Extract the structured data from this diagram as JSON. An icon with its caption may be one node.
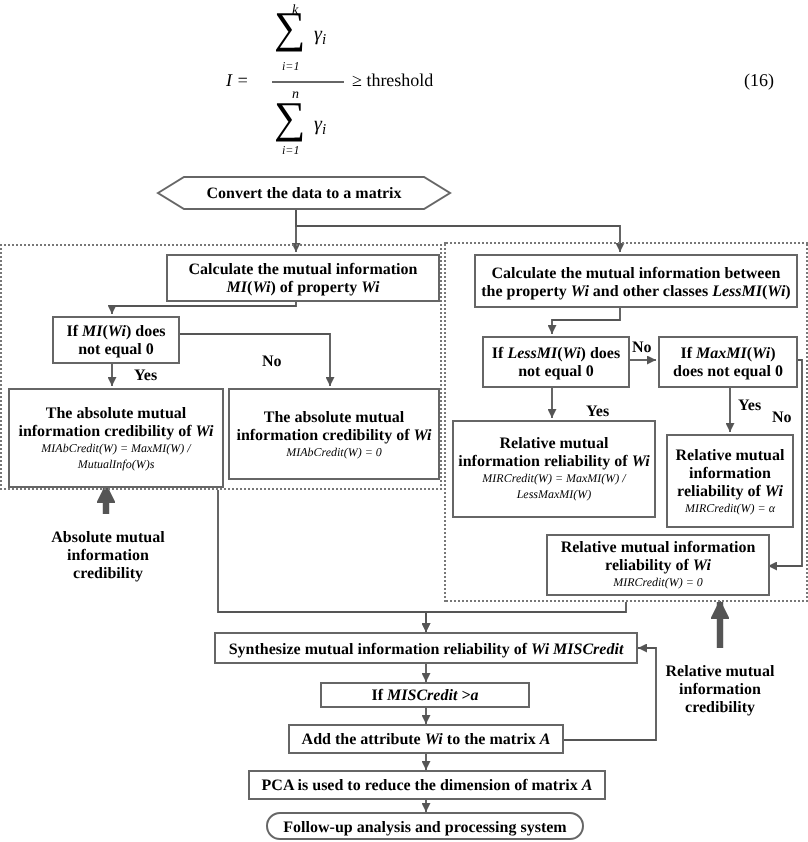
{
  "diagram": {
    "nodes": [
      {
        "text": [
          "Convert the data to a matrix"
        ]
      },
      {
        "text": [],
        "shape": "box"
      },
      {
        "text": [
          "Calculate the mutual information *MI*(*Wi*) of property *Wi*"
        ],
        "in": 1
      },
      {
        "text": [
          "If *MI*(*Wi*) does not equal 0"
        ],
        "in": 1
      },
      {
        "text": [
          "The absolute mutual information credibility of *Wi*",
          "MIAbCredit(W) = MaxMI(W) / MutualInfo(W)s"
        ],
        "in": 1
      },
      {
        "text": [
          "The absolute mutual information credibility of *Wi*",
          "MIAbCredit(W) = 0"
        ],
        "in": 1
      },
      {
        "text": [
          "Absolute mutual information credibility"
        ]
      },
      {
        "text": [],
        "shape": "box"
      },
      {
        "text": [
          "Calculate the mutual information between the property *Wi* and other classes *LessMI*(*Wi*)"
        ],
        "in": 7
      },
      {
        "text": [
          "If *LessMI*(*Wi*) does not equal 0"
        ],
        "in": 7
      },
      {
        "text": [
          "If *MaxMI*(*Wi*) does not equal 0"
        ],
        "in": 7
      },
      {
        "text": [
          "Relative mutual information reliability of *Wi*",
          "MIRCredit(W) = MaxMI(W) / LessMaxMI(W)"
        ],
        "in": 7
      },
      {
        "text": [
          "Relative mutual information reliability of *Wi*",
          "MIRCredit(W) = α"
        ],
        "in": 7
      },
      {
        "text": [
          "Relative mutual information reliability of *Wi*",
          "MIRCredit(W) = 0"
        ],
        "in": 7
      },
      {
        "text": [
          "Relative mutual information credibility"
        ]
      },
      {
        "text": [
          "Synthesize mutual information reliability of *Wi MISCredit*"
        ]
      },
      {
        "text": [
          "If *MISCredit >a*"
        ]
      },
      {
        "text": [
          "Add the attribute *Wi* to the matrix *A*"
        ]
      },
      {
        "text": [
          "PCA is used to reduce the dimension of matrix *A*"
        ]
      },
      {
        "text": [
          "Follow-up analysis and processing system"
        ]
      }
    ],
    "edges": [
      {
        "from": 0,
        "to": 2,
        "arrow": "to"
      },
      {
        "from": 0,
        "to": 8,
        "arrow": "to"
      },
      {
        "from": 2,
        "to": 3,
        "arrow": "to"
      },
      {
        "from": 3,
        "to": 4,
        "arrow": "to",
        "label": "Yes"
      },
      {
        "from": 3,
        "to": 5,
        "arrow": "to",
        "label": "No"
      },
      {
        "from": 6,
        "to": 4,
        "arrow": "to",
        "style": "thick"
      },
      {
        "from": 8,
        "to": 9,
        "arrow": "to"
      },
      {
        "from": 9,
        "to": 10,
        "arrow": "to",
        "label": "No"
      },
      {
        "from": 9,
        "to": 11,
        "arrow": "to",
        "label": "Yes"
      },
      {
        "from": 10,
        "to": 12,
        "arrow": "to",
        "label": "Yes"
      },
      {
        "from": 10,
        "to": 13,
        "arrow": "to",
        "label": "No"
      },
      {
        "from": 14,
        "to": 7,
        "arrow": "to",
        "style": "thick"
      },
      {
        "from": 1,
        "to": 15,
        "arrow": "to"
      },
      {
        "from": 7,
        "to": 15,
        "arrow": "to"
      },
      {
        "from": 15,
        "to": 16,
        "arrow": "to"
      },
      {
        "from": 16,
        "to": 17,
        "arrow": "to"
      },
      {
        "from": 17,
        "to": 15,
        "arrow": "to"
      },
      {
        "from": 17,
        "to": 18,
        "arrow": "to"
      },
      {
        "from": 18,
        "to": 19,
        "arrow": "to"
      }
    ],
    "labels": [
      "k",
      "∑",
      "γ$_{i}$",
      "I =",
      "i=1",
      "≥ threshold",
      "(16)",
      "n",
      "∑",
      "γ$_{i}$",
      "i=1"
    ]
  }
}
